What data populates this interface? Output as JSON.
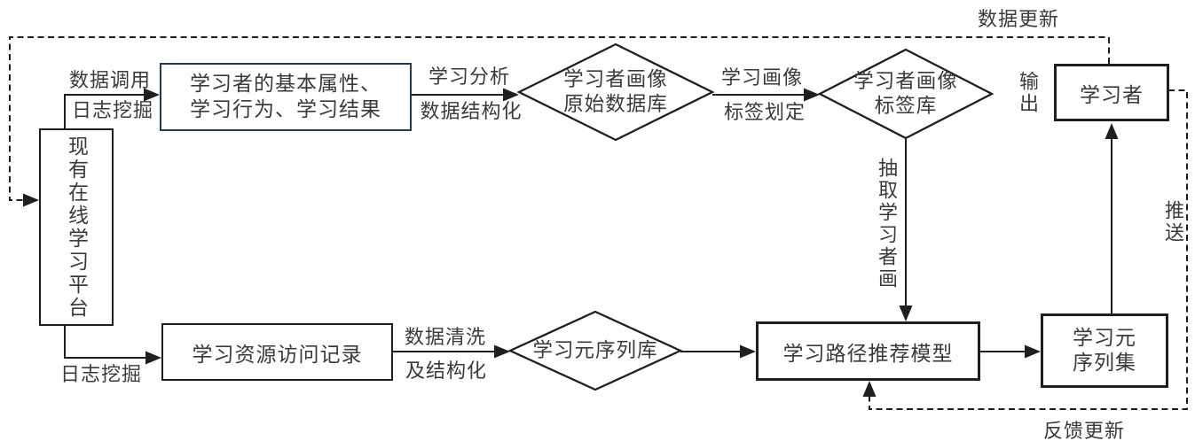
{
  "diagram": {
    "title_hint": "learning-path-recommendation-flowchart",
    "nodes": {
      "platform": {
        "label": "现有在线学习平台"
      },
      "attributes": {
        "line1": "学习者的基本属性、",
        "line2": "学习行为、学习结果"
      },
      "profile_db": {
        "line1": "学习者画像",
        "line2": "原始数据库"
      },
      "tag_db": {
        "line1": "学习者画像",
        "line2": "标签库"
      },
      "learner": {
        "label": "学习者"
      },
      "access_log": {
        "label": "学习资源访问记录"
      },
      "sequence_db": {
        "label": "学习元序列库"
      },
      "recommend_model": {
        "label": "学习路径推荐模型"
      },
      "sequence_set": {
        "line1": "学习元",
        "line2": "序列集"
      }
    },
    "edge_labels": {
      "data_call": "数据调用",
      "log_mining_top": "日志挖掘",
      "learning_analysis": "学习分析",
      "data_structuring": "数据结构化",
      "learning_profile": "学习画像",
      "tag_delimit": "标签划定",
      "data_update": "数据更新",
      "output": "输出",
      "extract_profile": "抽取学习者画",
      "push": "推送",
      "log_mining_bottom": "日志挖掘",
      "data_cleaning": "数据清洗",
      "and_structuring": "及结构化",
      "feedback_update": "反馈更新"
    },
    "colors": {
      "line": "#1f1f1f",
      "attributes_border": "#263a56",
      "text": "#3a3a3a",
      "background": "#ffffff"
    }
  }
}
